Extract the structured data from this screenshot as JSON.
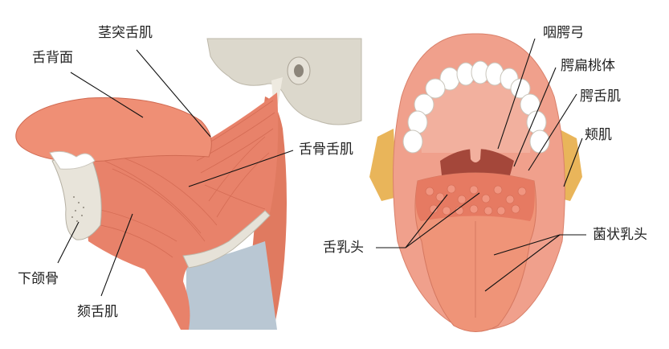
{
  "diagram": {
    "left_panel": {
      "description": "Lateral view of tongue muscles",
      "labels": {
        "styloglossus": "茎突舌肌",
        "dorsum": "舌背面",
        "hyoglossus": "舌骨舌肌",
        "mandible": "下颌骨",
        "genioglossus": "颏舌肌"
      }
    },
    "right_panel": {
      "description": "Frontal view of open mouth and tongue",
      "labels": {
        "palatopharyngeal_arch": "咽腭弓",
        "palatine_tonsil": "腭扁桃体",
        "palatoglossus": "腭舌肌",
        "buccinator": "颊肌",
        "lingual_papillae": "舌乳头",
        "fungiform_papillae": "菌状乳头"
      }
    },
    "colors": {
      "muscle": "#e8826a",
      "muscle_dark": "#d0644e",
      "tongue": "#ef9478",
      "bone": "#dcd8cc",
      "teeth": "#ffffff",
      "cartilage": "#b9c7d3",
      "fat": "#e9b55a",
      "gum": "#f3a996",
      "line": "#111111"
    }
  }
}
